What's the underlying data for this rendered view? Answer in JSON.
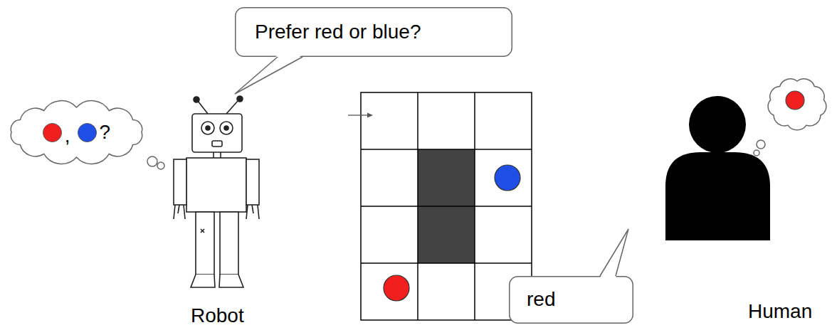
{
  "diagram": {
    "nodes": [
      {
        "text": [
          "Prefer red or blue?"
        ]
      },
      {
        "text": [
          ",",
          "?"
        ]
      },
      {
        "text": [
          "red"
        ]
      }
    ],
    "labels": [
      "Robot",
      "Human"
    ]
  }
}
